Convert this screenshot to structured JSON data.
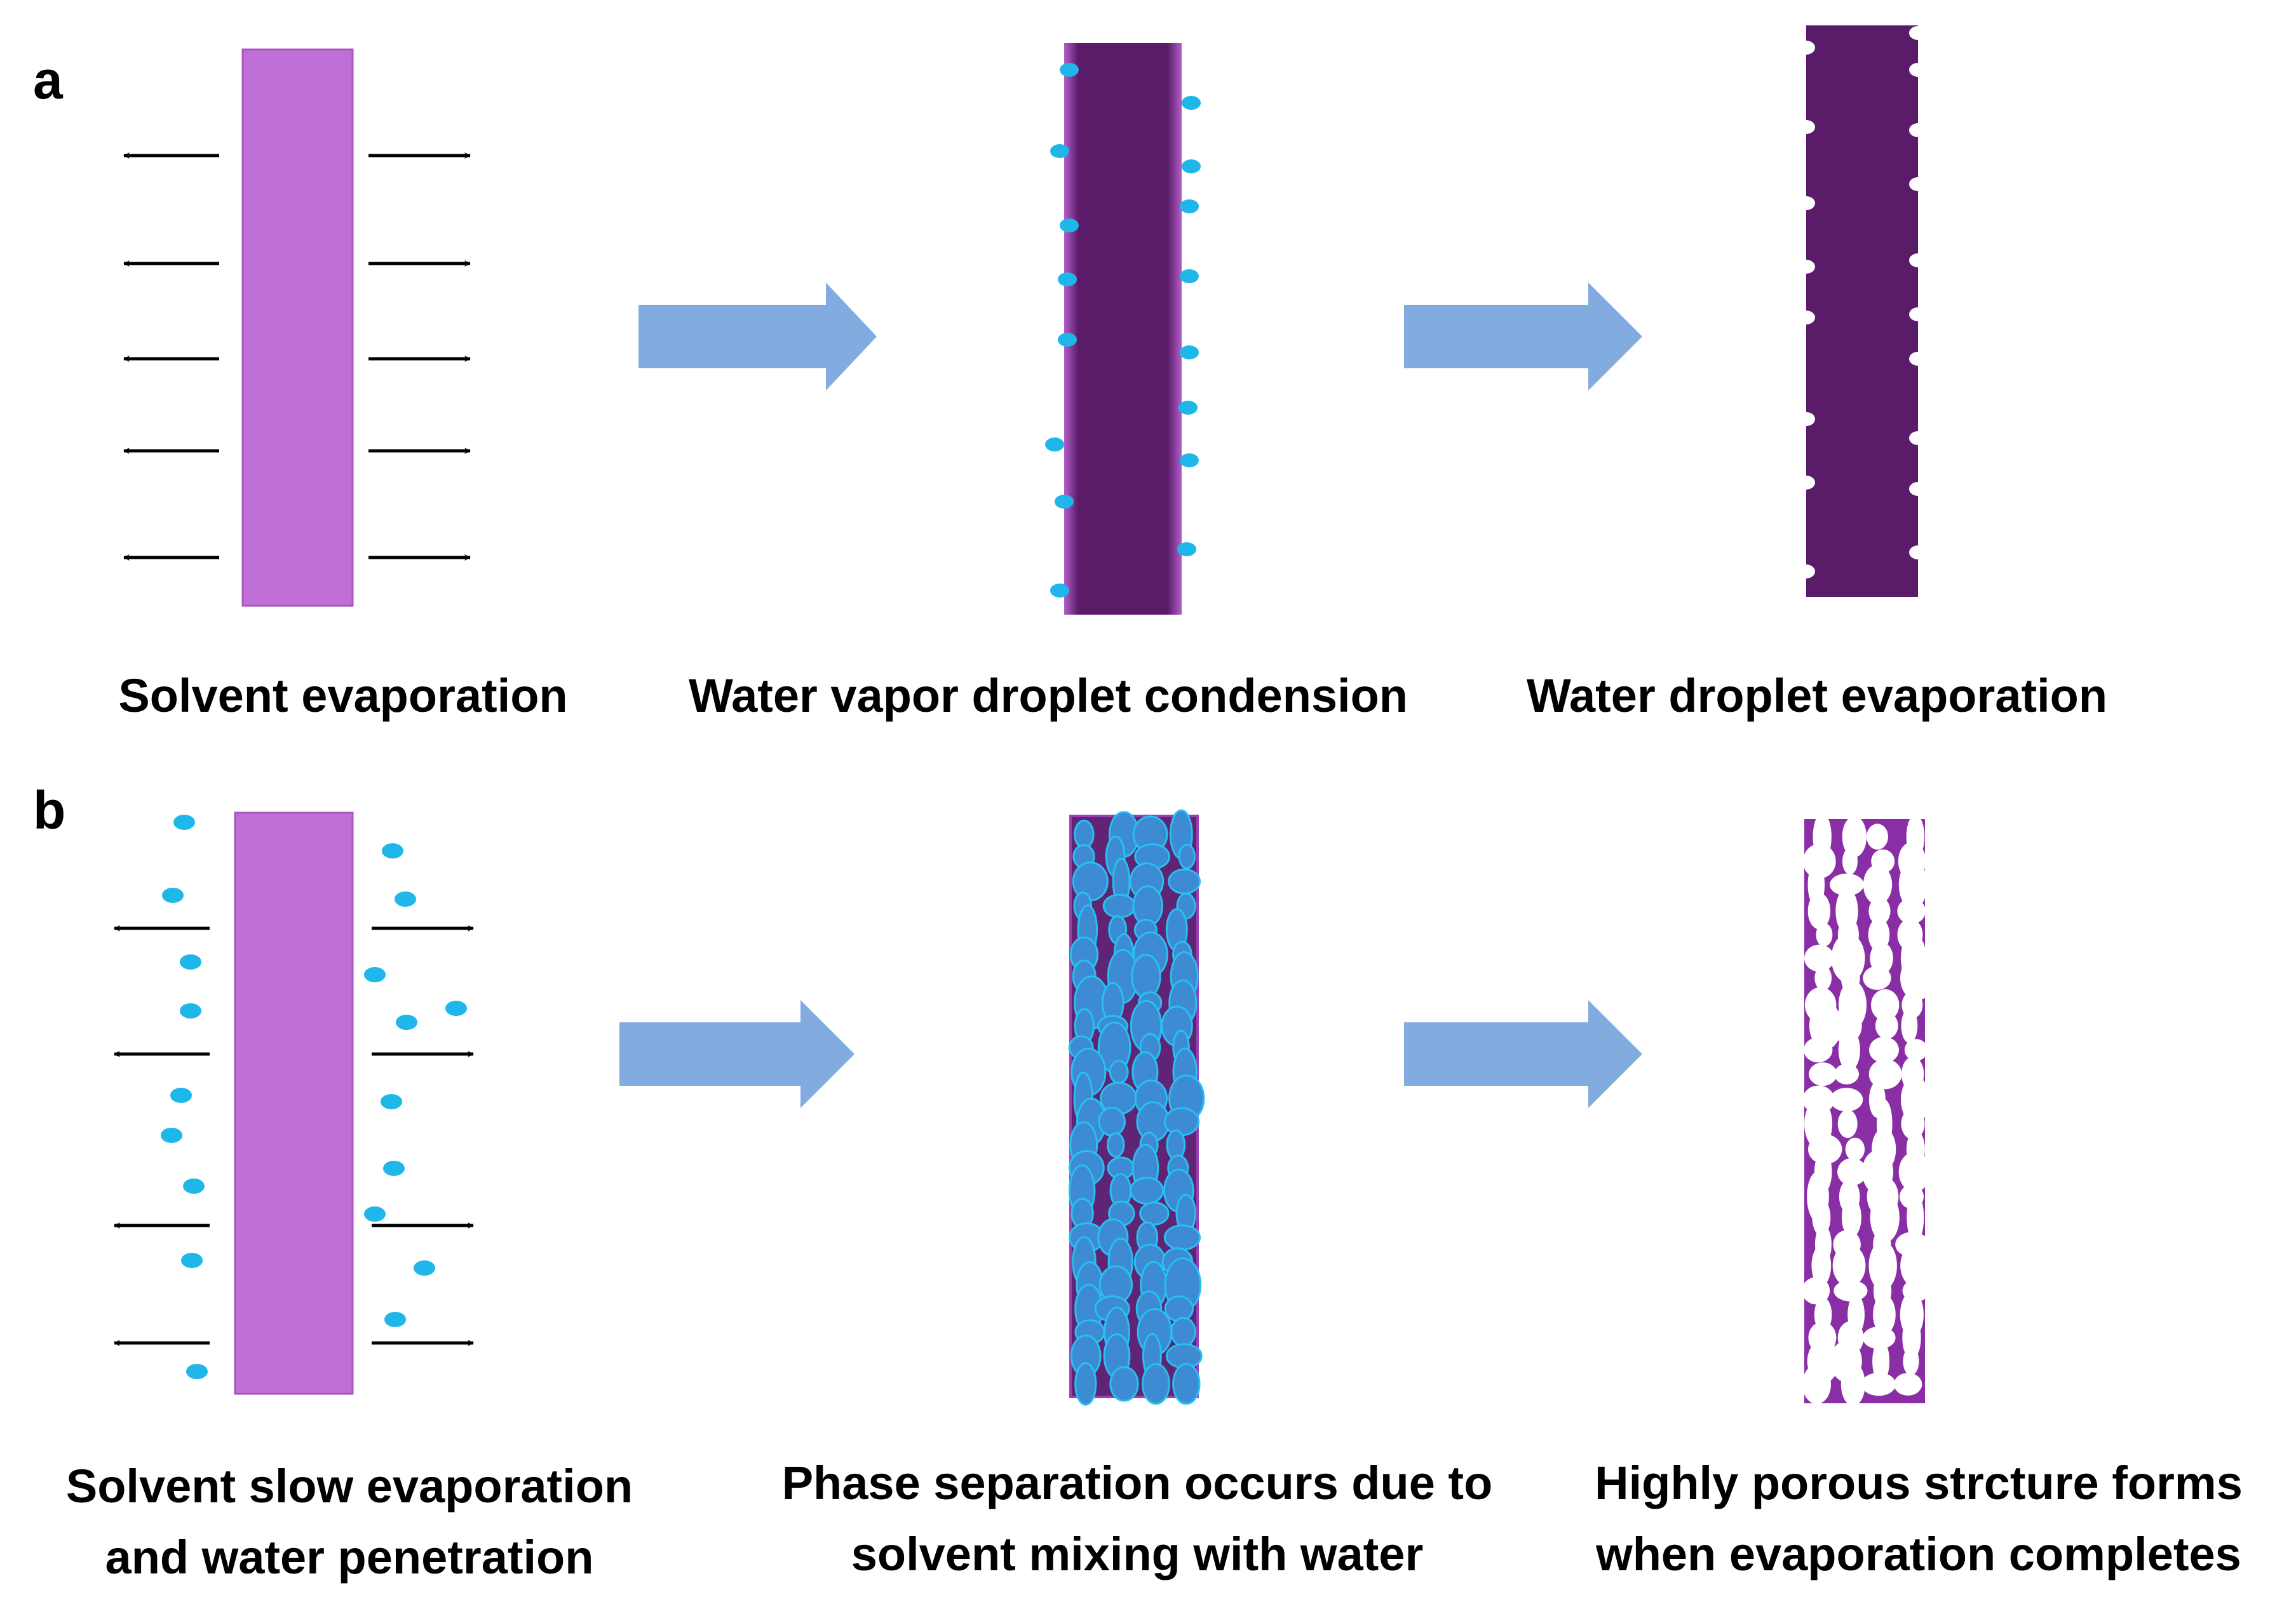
{
  "panels": {
    "a": {
      "label": "a",
      "captions": [
        "Solvent evaporation",
        "Water vapor droplet condension",
        "Water droplet evaporation"
      ]
    },
    "b": {
      "label": "b",
      "captions": [
        [
          "Solvent slow evaporation",
          "and water penetration"
        ],
        [
          "Phase separation occurs due to",
          "solvent mixing with water"
        ],
        [
          "Highly porous strcture forms",
          "when evaporation completes"
        ]
      ]
    }
  },
  "colors": {
    "film_light": "#bf6fd5",
    "film_dark": "#5a1b69",
    "film_mid": "#8a2ea6",
    "droplet": "#1fb6ea",
    "pore_fill": "#3d8bd2",
    "pore_edge": "#27c0f0",
    "process_arrow": "#82ace0",
    "evap_arrow": "#000000",
    "pore_void": "#ffffff"
  },
  "icons": [
    "evaporation-arrow-icon",
    "process-arrow-icon"
  ]
}
